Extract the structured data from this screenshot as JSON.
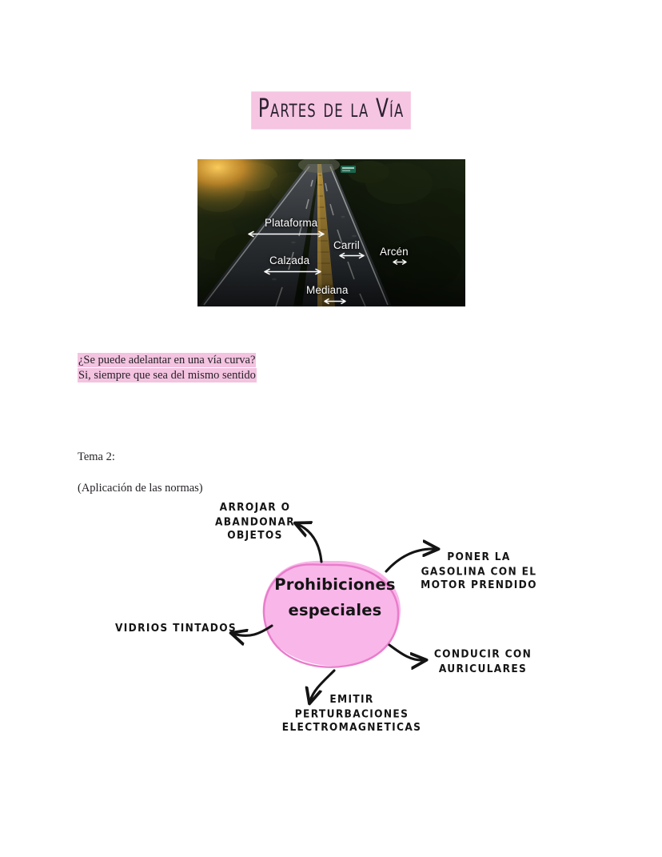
{
  "page": {
    "background": "#ffffff",
    "highlight_color": "#f3c3e0",
    "ink_color": "#231f24"
  },
  "title": {
    "text": "Partes de la Vía",
    "highlight": "#f6c5e2"
  },
  "road_figure": {
    "alt": "Vista aérea de una carretera con etiquetas de las partes de la vía",
    "labels": [
      {
        "id": "plataforma",
        "text": "Plataforma"
      },
      {
        "id": "carril",
        "text": "Carril"
      },
      {
        "id": "arcen",
        "text": "Arcén"
      },
      {
        "id": "calzada",
        "text": "Calzada"
      },
      {
        "id": "mediana",
        "text": "Mediana"
      }
    ]
  },
  "qa": {
    "question": "¿Se puede adelantar en una vía curva?",
    "answer": "Si, siempre que sea del mismo sentido"
  },
  "notes": {
    "tema": "Tema 2:",
    "subtitulo": "(Aplicación de las normas)"
  },
  "mindmap": {
    "center": {
      "line1": "Prohibiciones",
      "line2": "especiales",
      "fill": "#f9b6e9",
      "outline": "#e878c8"
    },
    "branches": [
      {
        "id": "arrojar",
        "text": "ARROJAR O\nABANDONAR\nOBJETOS"
      },
      {
        "id": "gasolina",
        "text": "PONER LA\nGASOLINA CON EL\nMOTOR PRENDIDO"
      },
      {
        "id": "vidrios",
        "text": "VIDRIOS TINTADOS"
      },
      {
        "id": "auriculares",
        "text": "CONDUCIR CON\nAURICULARES"
      },
      {
        "id": "emitir",
        "text": "EMITIR\nPERTURBACIONES\nELECTROMAGNETICAS"
      }
    ]
  }
}
